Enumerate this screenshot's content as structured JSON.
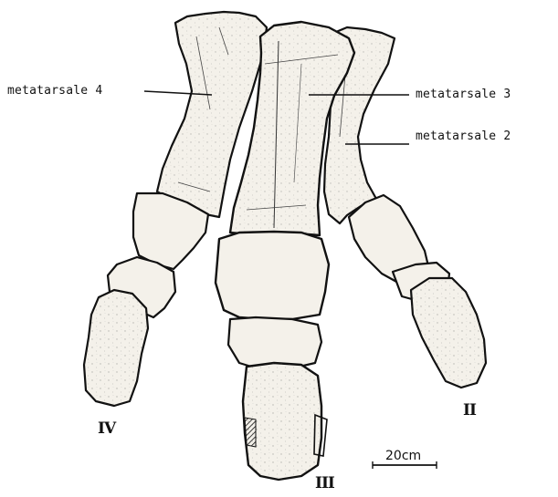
{
  "labels": {
    "mt4": "metatarsale 4",
    "mt3": "metatarsale 3",
    "mt2": "metatarsale 2"
  },
  "digits": {
    "d4": "IV",
    "d3": "III",
    "d2": "II"
  },
  "scale_bar": {
    "text": "20cm"
  },
  "colors": {
    "ink": "#111111",
    "paper": "#ffffff",
    "bone_fill": "#f4f1ea"
  }
}
